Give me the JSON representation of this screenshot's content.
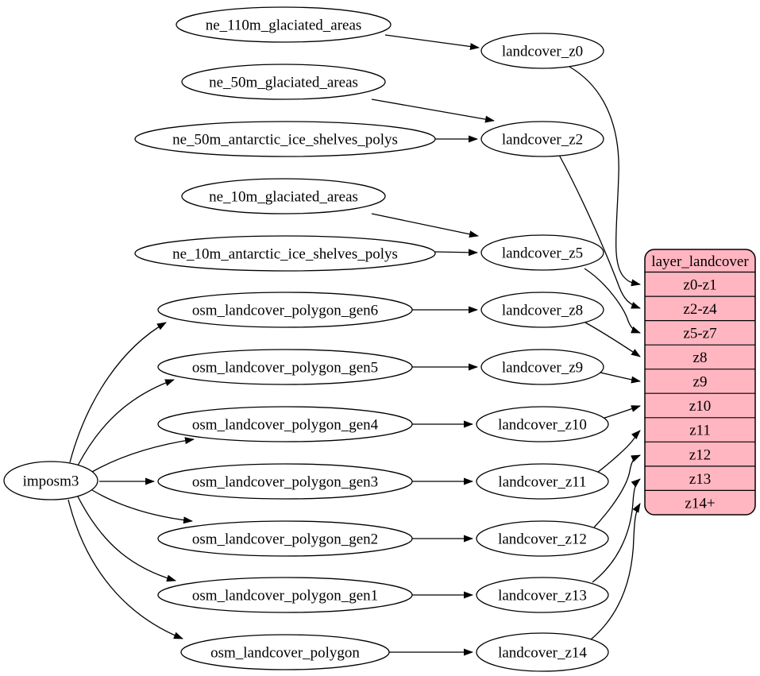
{
  "nodes": {
    "imposm3": "imposm3",
    "ne110m": "ne_110m_glaciated_areas",
    "ne50m_glaciated": "ne_50m_glaciated_areas",
    "ne50m_antarctic": "ne_50m_antarctic_ice_shelves_polys",
    "ne10m_glaciated": "ne_10m_glaciated_areas",
    "ne10m_antarctic": "ne_10m_antarctic_ice_shelves_polys",
    "gen6": "osm_landcover_polygon_gen6",
    "gen5": "osm_landcover_polygon_gen5",
    "gen4": "osm_landcover_polygon_gen4",
    "gen3": "osm_landcover_polygon_gen3",
    "gen2": "osm_landcover_polygon_gen2",
    "gen1": "osm_landcover_polygon_gen1",
    "polygon": "osm_landcover_polygon",
    "z0": "landcover_z0",
    "z2": "landcover_z2",
    "z5": "landcover_z5",
    "z8": "landcover_z8",
    "z9": "landcover_z9",
    "z10": "landcover_z10",
    "z11": "landcover_z11",
    "z12": "landcover_z12",
    "z13": "landcover_z13",
    "z14": "landcover_z14"
  },
  "table": {
    "title": "layer_landcover",
    "rows": [
      "z0-z1",
      "z2-z4",
      "z5-z7",
      "z8",
      "z9",
      "z10",
      "z11",
      "z12",
      "z13",
      "z14+"
    ]
  },
  "colors": {
    "background": "#ffffff",
    "node_fill": "#ffffff",
    "node_stroke": "#000000",
    "edge": "#000000",
    "table_fill": "#ffb6c1"
  },
  "edges": [
    {
      "from": "ne_110m_glaciated_areas",
      "to": "landcover_z0"
    },
    {
      "from": "ne_50m_glaciated_areas",
      "to": "landcover_z2"
    },
    {
      "from": "ne_50m_antarctic_ice_shelves_polys",
      "to": "landcover_z2"
    },
    {
      "from": "ne_10m_glaciated_areas",
      "to": "landcover_z5"
    },
    {
      "from": "ne_10m_antarctic_ice_shelves_polys",
      "to": "landcover_z5"
    },
    {
      "from": "imposm3",
      "to": "osm_landcover_polygon_gen6"
    },
    {
      "from": "imposm3",
      "to": "osm_landcover_polygon_gen5"
    },
    {
      "from": "imposm3",
      "to": "osm_landcover_polygon_gen4"
    },
    {
      "from": "imposm3",
      "to": "osm_landcover_polygon_gen3"
    },
    {
      "from": "imposm3",
      "to": "osm_landcover_polygon_gen2"
    },
    {
      "from": "imposm3",
      "to": "osm_landcover_polygon_gen1"
    },
    {
      "from": "imposm3",
      "to": "osm_landcover_polygon"
    },
    {
      "from": "osm_landcover_polygon_gen6",
      "to": "landcover_z8"
    },
    {
      "from": "osm_landcover_polygon_gen5",
      "to": "landcover_z9"
    },
    {
      "from": "osm_landcover_polygon_gen4",
      "to": "landcover_z10"
    },
    {
      "from": "osm_landcover_polygon_gen3",
      "to": "landcover_z11"
    },
    {
      "from": "osm_landcover_polygon_gen2",
      "to": "landcover_z12"
    },
    {
      "from": "osm_landcover_polygon_gen1",
      "to": "landcover_z13"
    },
    {
      "from": "osm_landcover_polygon",
      "to": "landcover_z14"
    },
    {
      "from": "landcover_z0",
      "to": "z0-z1"
    },
    {
      "from": "landcover_z2",
      "to": "z2-z4"
    },
    {
      "from": "landcover_z5",
      "to": "z5-z7"
    },
    {
      "from": "landcover_z8",
      "to": "z8"
    },
    {
      "from": "landcover_z9",
      "to": "z9"
    },
    {
      "from": "landcover_z10",
      "to": "z10"
    },
    {
      "from": "landcover_z11",
      "to": "z11"
    },
    {
      "from": "landcover_z12",
      "to": "z12"
    },
    {
      "from": "landcover_z13",
      "to": "z13"
    },
    {
      "from": "landcover_z14",
      "to": "z14+"
    }
  ]
}
